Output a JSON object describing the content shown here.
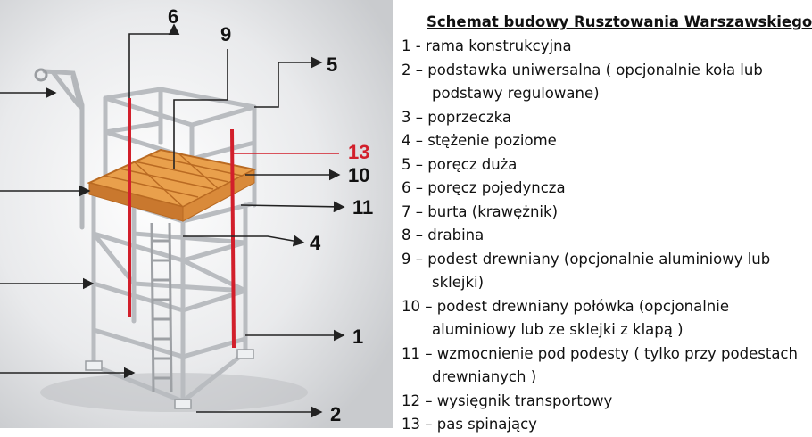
{
  "legend": {
    "title": "Schemat budowy Rusztowania Warszawskiego",
    "items": [
      {
        "line": "1 -  rama konstrukcyjna",
        "cont": ""
      },
      {
        "line": "2 –  podstawka uniwersalna ( opcjonalnie koła lub",
        "cont": "podstawy regulowane)"
      },
      {
        "line": "3 –  poprzeczka",
        "cont": ""
      },
      {
        "line": "4 –  stężenie poziome",
        "cont": ""
      },
      {
        "line": "5 –  poręcz duża",
        "cont": ""
      },
      {
        "line": "6 –  poręcz pojedyncza",
        "cont": ""
      },
      {
        "line": "7 –  burta (krawężnik)",
        "cont": ""
      },
      {
        "line": "8 –  drabina",
        "cont": ""
      },
      {
        "line": "9 –  podest drewniany (opcjonalnie aluminiowy lub",
        "cont": "sklejki)"
      },
      {
        "line": "10 – podest drewniany połówka (opcjonalnie",
        "cont": "aluminiowy lub ze sklejki z klapą )"
      },
      {
        "line": "11 – wzmocnienie pod podesty ( tylko przy podestach",
        "cont": "drewnianych )"
      },
      {
        "line": "12 – wysięgnik transportowy",
        "cont": ""
      },
      {
        "line": "13 – pas spinający",
        "cont": ""
      }
    ]
  },
  "callouts": {
    "n1": "1",
    "n2": "2",
    "n4": "4",
    "n5": "5",
    "n6": "6",
    "n9": "9",
    "n10": "10",
    "n11": "11",
    "n13": "13"
  },
  "colors": {
    "frame": "#b9bcc0",
    "frame_dark": "#7d8186",
    "planks": "#e9a04c",
    "planks_dark": "#b96a22",
    "red_strap": "#d21f2b",
    "leader": "#222222"
  }
}
